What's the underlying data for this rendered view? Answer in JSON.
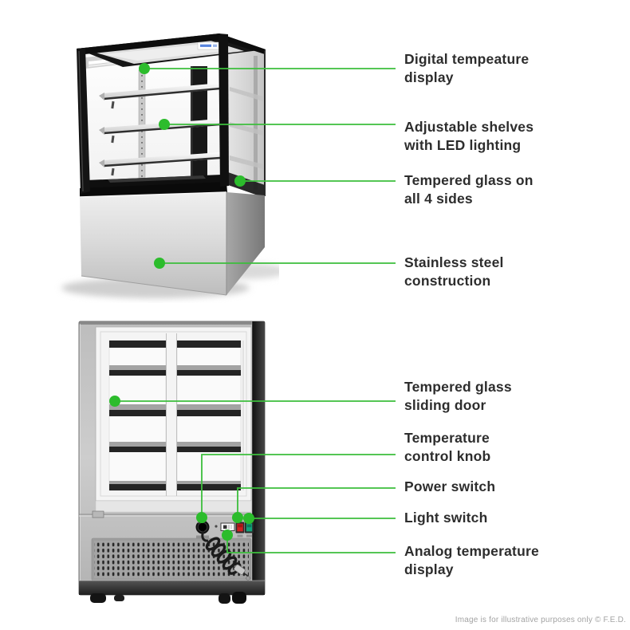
{
  "page": {
    "background_color": "#ffffff",
    "accent_green": "#3cbe3c",
    "dot_green": "#2cbc2c",
    "label_text_color": "#2d2d2d"
  },
  "top_diagram": {
    "illustration": "refrigerated-glass-display-cabinet-front-view",
    "callouts": [
      {
        "feature": "digital-temperature-display",
        "text": "Digital tempeature\ndisplay"
      },
      {
        "feature": "adjustable-shelves",
        "text": "Adjustable shelves\nwith LED lighting"
      },
      {
        "feature": "tempered-glass-sides",
        "text": "Tempered glass on\nall 4 sides"
      },
      {
        "feature": "stainless-steel-base",
        "text": "Stainless steel\nconstruction"
      }
    ]
  },
  "bottom_diagram": {
    "illustration": "display-cabinet-rear-view",
    "callouts": [
      {
        "feature": "sliding-door",
        "text": "Tempered glass\nsliding door"
      },
      {
        "feature": "temperature-control-knob",
        "text": "Temperature\ncontrol knob"
      },
      {
        "feature": "power-switch",
        "text": "Power switch"
      },
      {
        "feature": "light-switch",
        "text": "Light switch"
      },
      {
        "feature": "analog-temperature-display",
        "text": "Analog temperature\ndisplay"
      }
    ]
  },
  "footer": {
    "disclaimer": "Image is for illustrative purposes only © F.E.D."
  }
}
